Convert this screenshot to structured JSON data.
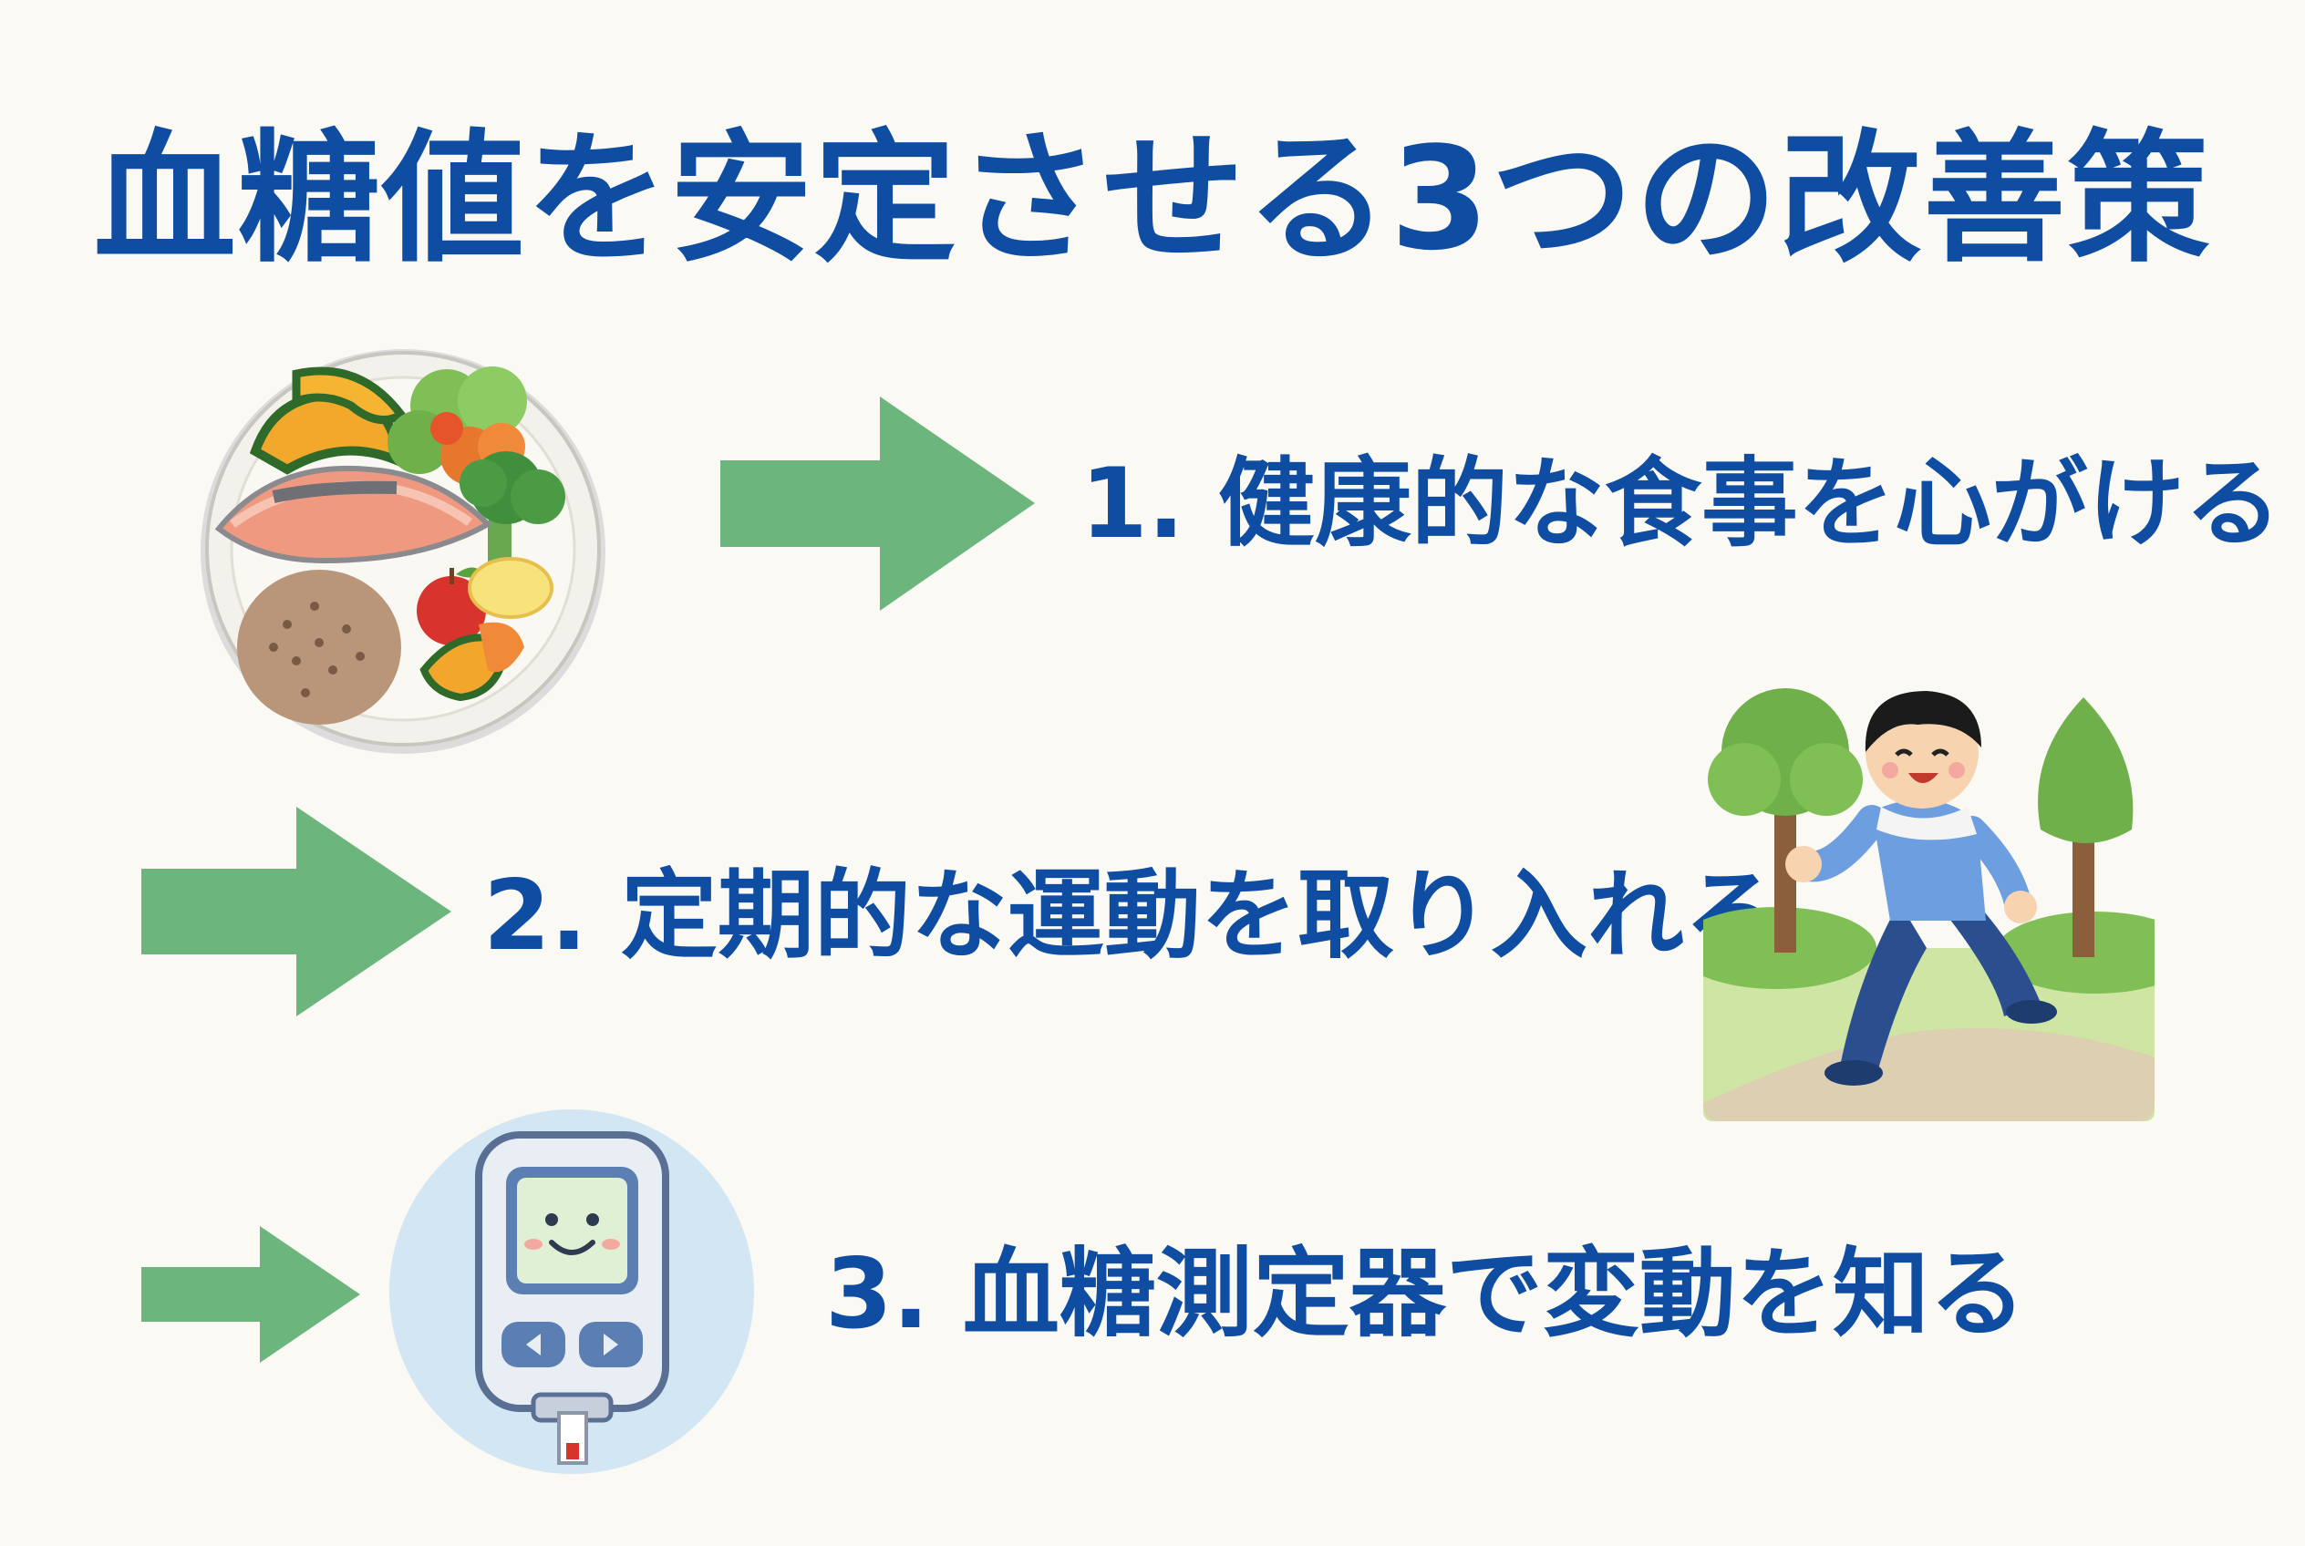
{
  "title": "血糖値を安定させる3つの改善策",
  "steps": [
    {
      "label": "1. 健康的な食事を心がける",
      "icon": "meal-plate-icon"
    },
    {
      "label": "2. 定期的な運動を取り入れる",
      "icon": "jogging-person-icon"
    },
    {
      "label": "3. 血糖測定器で変動を知る",
      "icon": "glucose-meter-icon"
    }
  ],
  "colors": {
    "background": "#faf9f4",
    "title": "#0f4da2",
    "arrow": "#6cb57c"
  }
}
